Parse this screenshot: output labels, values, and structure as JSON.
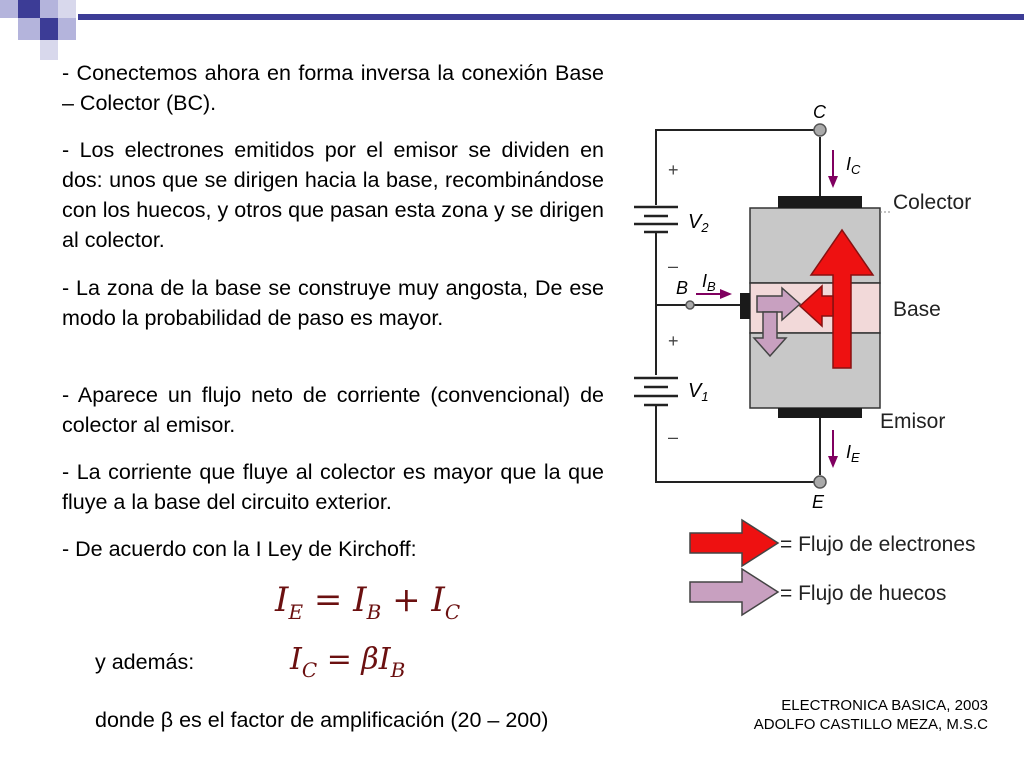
{
  "paragraphs": [
    "- Conectemos ahora en forma inversa la conexión Base – Colector (BC).",
    "- Los electrones emitidos por el emisor se dividen en dos: unos que se dirigen hacia la base, recombinándose con los huecos, y otros que pasan esta zona y se dirigen al colector.",
    "- La zona de la base se construye muy angosta, De ese modo la probabilidad de paso es mayor.",
    "- Aparece un flujo neto de corriente (convencional) de colector al emisor.",
    "- La corriente que fluye al colector es mayor que la que fluye a la base del circuito exterior.",
    "- De acuerdo con la I Ley de Kirchoff:"
  ],
  "equation_main": {
    "IE": "I",
    "IE_sub": "E",
    "eq": " = ",
    "IB": "I",
    "IB_sub": "B",
    "plus": " + ",
    "IC": "I",
    "IC_sub": "C"
  },
  "equation_second": {
    "label": "y además:",
    "IC": "I",
    "IC_sub": "C",
    "eq": " = ",
    "beta": "β",
    "IB": "I",
    "IB_sub": "B"
  },
  "where_line": "donde  β es el factor de amplificación (20 – 200)",
  "credit": {
    "line1": "ELECTRONICA BASICA, 2003",
    "line2": "ADOLFO CASTILLO MEZA, M.S.C"
  },
  "diagram": {
    "terminal_C": "C",
    "terminal_B": "B",
    "terminal_E": "E",
    "current_IC": "I",
    "current_IC_sub": "C",
    "current_IB": "I",
    "current_IB_sub": "B",
    "current_IE": "I",
    "current_IE_sub": "E",
    "battery_V2": "V",
    "battery_V2_sub": "2",
    "battery_V1": "V",
    "battery_V1_sub": "1",
    "plus": "+",
    "minus": "–",
    "label_collector": "Colector",
    "label_base": "Base",
    "label_emitter": "Emisor"
  },
  "legend": {
    "electrons": "= Flujo de electrones",
    "holes": "= Flujo de huecos"
  },
  "colors": {
    "accent_dark": "#3c3c96",
    "deco_light": "#b4b4dc",
    "electron_flow": "#ee1111",
    "hole_flow": "#c8a0c0",
    "equation": "#6b1010",
    "current_arrow": "#800060"
  }
}
